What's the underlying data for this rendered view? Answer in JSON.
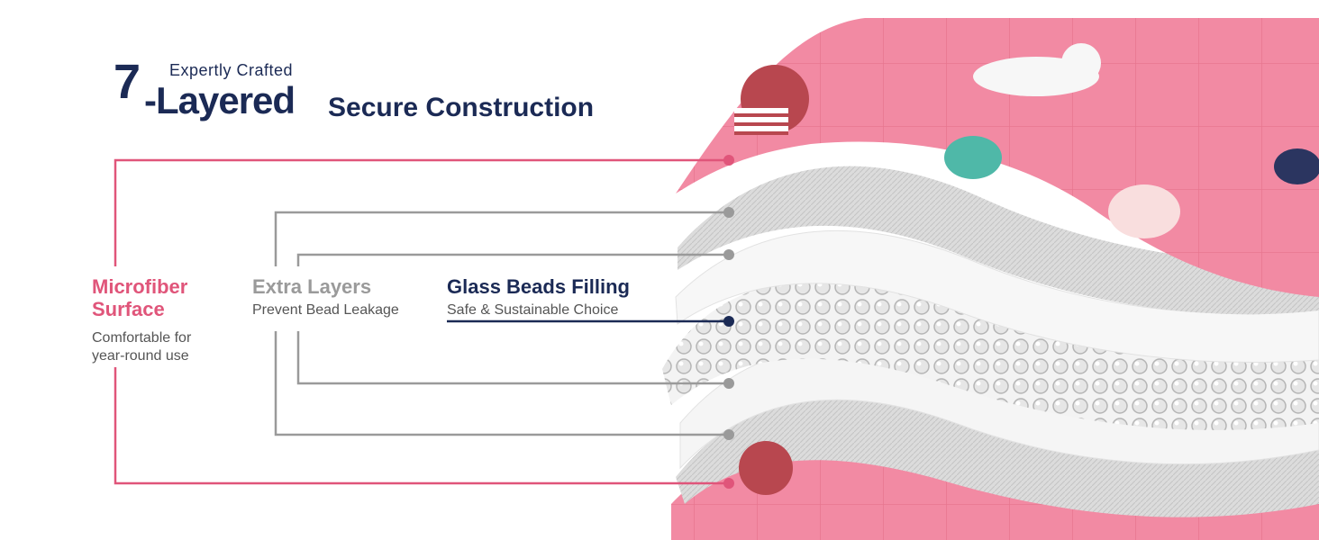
{
  "heading": {
    "kicker": "Expertly Crafted",
    "number": "7",
    "main": "-Layered",
    "tail": "Secure Construction"
  },
  "callouts": {
    "microfiber": {
      "title_line1": "Microfiber",
      "title_line2": "Surface",
      "desc_line1": "Comfortable for",
      "desc_line2": "year-round use"
    },
    "extra": {
      "title": "Extra Layers",
      "desc": "Prevent Bead Leakage"
    },
    "glass": {
      "title": "Glass Beads Filling",
      "desc": "Safe & Sustainable Choice"
    }
  },
  "colors": {
    "navy": "#1b2a55",
    "pink": "#e0557a",
    "gray": "#9a9a9a",
    "fabric_pink": "#f28aa3",
    "mesh": "#d9d9d9"
  }
}
